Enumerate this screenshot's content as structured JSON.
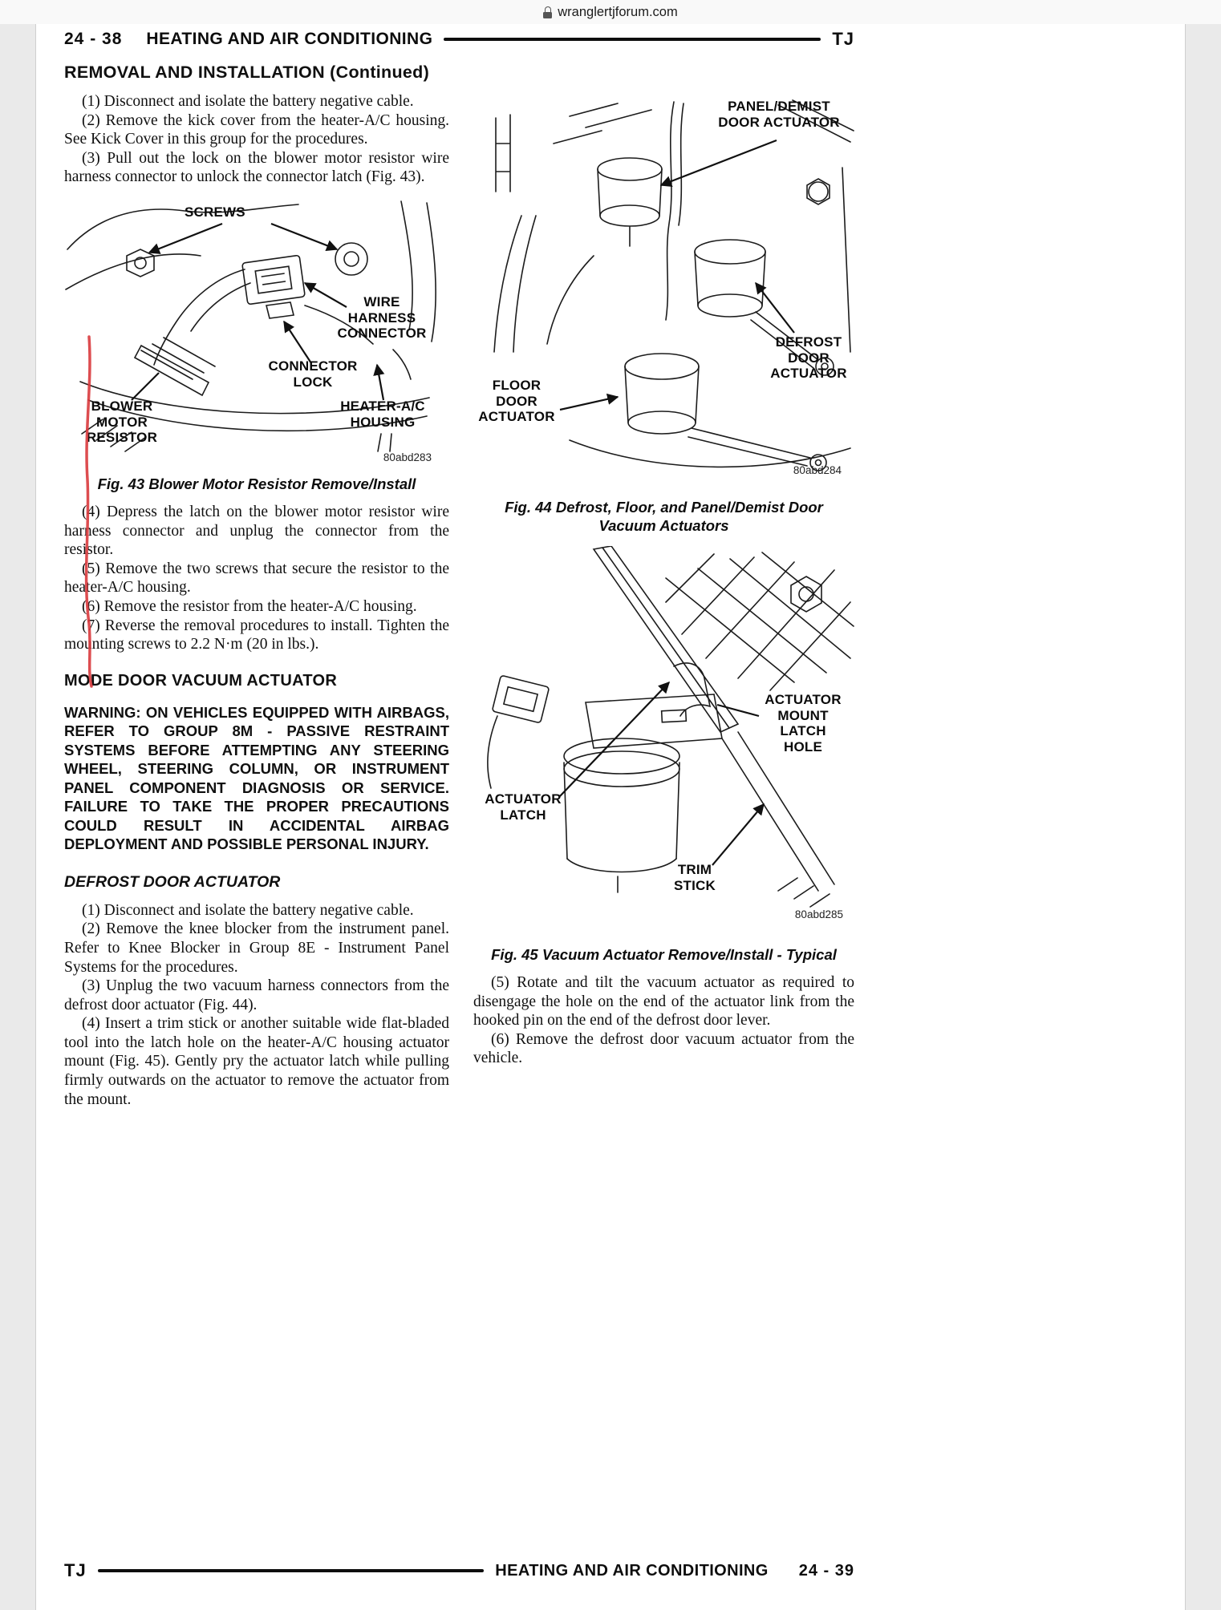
{
  "browser": {
    "url": "wranglertjforum.com"
  },
  "running_header": {
    "page": "24 - 38",
    "title": "HEATING AND AIR CONDITIONING",
    "model": "TJ"
  },
  "section_title": "REMOVAL AND INSTALLATION (Continued)",
  "left_column": {
    "steps_intro": [
      "(1) Disconnect and isolate the battery negative cable.",
      "(2) Remove the kick cover from the heater-A/C housing. See Kick Cover in this group for the procedures.",
      "(3) Pull out the lock on the blower motor resistor wire harness connector to unlock the connector latch (Fig. 43)."
    ],
    "fig43": {
      "labels": {
        "screws": "SCREWS",
        "wire_harness_connector": "WIRE HARNESS CONNECTOR",
        "connector_lock": "CONNECTOR LOCK",
        "blower_motor_resistor": "BLOWER MOTOR RESISTOR",
        "heater_ac_housing": "HEATER-A/C HOUSING"
      },
      "code": "80abd283",
      "caption": "Fig. 43 Blower Motor Resistor Remove/Install"
    },
    "steps_resistor": [
      "(4) Depress the latch on the blower motor resistor wire harness connector and unplug the connector from the resistor.",
      "(5) Remove the two screws that secure the resistor to the heater-A/C housing.",
      "(6) Remove the resistor from the heater-A/C housing.",
      "(7) Reverse the removal procedures to install. Tighten the mounting screws to 2.2 N·m (20 in lbs.)."
    ],
    "mode_door_heading": "MODE DOOR VACUUM ACTUATOR",
    "warning": "WARNING: ON VEHICLES EQUIPPED WITH AIRBAGS, REFER TO GROUP 8M - PASSIVE RESTRAINT SYSTEMS BEFORE ATTEMPTING ANY STEERING WHEEL, STEERING COLUMN, OR INSTRUMENT PANEL COMPONENT DIAGNOSIS OR SERVICE. FAILURE TO TAKE THE PROPER PRECAUTIONS COULD RESULT IN ACCIDENTAL AIRBAG DEPLOYMENT AND POSSIBLE PERSONAL INJURY.",
    "defrost_heading": "DEFROST DOOR ACTUATOR",
    "steps_defrost": [
      "(1) Disconnect and isolate the battery negative cable.",
      "(2) Remove the knee blocker from the instrument panel. Refer to Knee Blocker in Group 8E - Instrument Panel Systems for the procedures.",
      "(3) Unplug the two vacuum harness connectors from the defrost door actuator (Fig. 44).",
      "(4) Insert a trim stick or another suitable wide flat-bladed tool into the latch hole on the heater-A/C housing actuator mount (Fig. 45). Gently pry the actuator latch while pulling firmly outwards on the actuator to remove the actuator from the mount."
    ]
  },
  "right_column": {
    "fig44": {
      "labels": {
        "panel_demist": "PANEL/DEMIST DOOR ACTUATOR",
        "defrost": "DEFROST DOOR ACTUATOR",
        "floor": "FLOOR DOOR ACTUATOR"
      },
      "code": "80abd284",
      "caption": "Fig. 44 Defrost, Floor, and Panel/Demist Door Vacuum Actuators"
    },
    "fig45": {
      "labels": {
        "mount_latch_hole": "ACTUATOR MOUNT LATCH HOLE",
        "actuator_latch": "ACTUATOR LATCH",
        "trim_stick": "TRIM STICK"
      },
      "code": "80abd285",
      "caption": "Fig. 45 Vacuum Actuator Remove/Install - Typical"
    },
    "steps_continue": [
      "(5) Rotate and tilt the vacuum actuator as required to disengage the hole on the end of the actuator link from the hooked pin on the end of the defrost door lever.",
      "(6) Remove the defrost door vacuum actuator from the vehicle."
    ]
  },
  "running_footer": {
    "model": "TJ",
    "title": "HEATING AND AIR CONDITIONING",
    "page": "24 - 39"
  },
  "annotation": {
    "type": "red-pen-stroke",
    "color": "#d93a3d"
  }
}
